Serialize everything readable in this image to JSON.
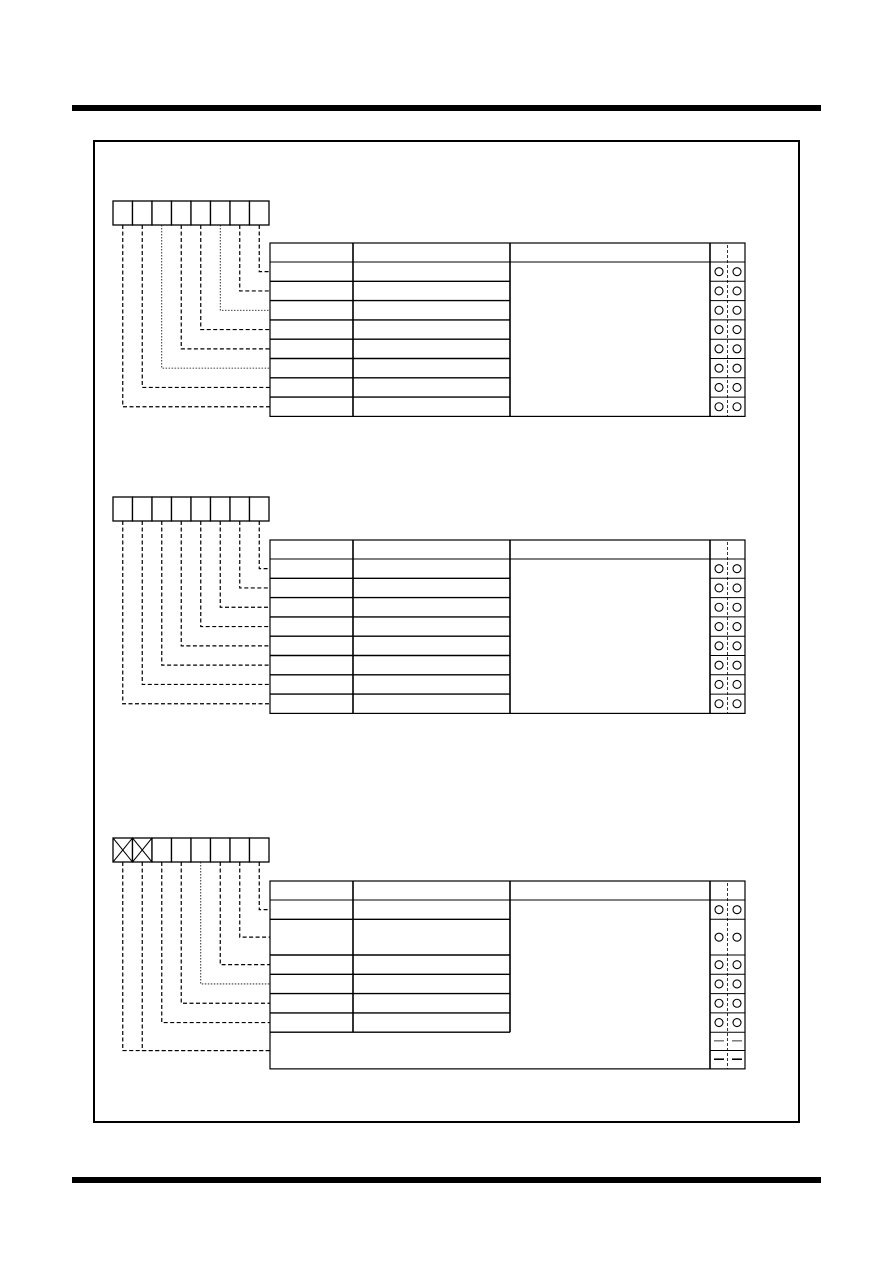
{
  "page": {
    "header_rule": "thick-black-rule",
    "footer_rule": "thick-black-rule",
    "colors": {
      "ink": "#000000",
      "paper": "#ffffff"
    }
  },
  "diagrams": [
    {
      "id": "register-1",
      "bits": [
        {
          "crossed": false
        },
        {
          "crossed": false
        },
        {
          "crossed": false
        },
        {
          "crossed": false
        },
        {
          "crossed": false
        },
        {
          "crossed": false
        },
        {
          "crossed": false
        },
        {
          "crossed": false
        }
      ],
      "table": {
        "header": [
          "",
          "",
          "",
          ""
        ],
        "rows": [
          {
            "cells": [
              "",
              ""
            ],
            "access": [
              "circle",
              "circle"
            ]
          },
          {
            "cells": [
              "",
              ""
            ],
            "access": [
              "circle",
              "circle"
            ]
          },
          {
            "cells": [
              "",
              ""
            ],
            "access": [
              "circle",
              "circle"
            ]
          },
          {
            "cells": [
              "",
              ""
            ],
            "access": [
              "circle",
              "circle"
            ]
          },
          {
            "cells": [
              "",
              ""
            ],
            "access": [
              "circle",
              "circle"
            ]
          },
          {
            "cells": [
              "",
              ""
            ],
            "access": [
              "circle",
              "circle"
            ]
          },
          {
            "cells": [
              "",
              ""
            ],
            "access": [
              "circle",
              "circle"
            ]
          },
          {
            "cells": [
              "",
              ""
            ],
            "access": [
              "circle",
              "circle"
            ]
          }
        ],
        "merged_function": ""
      }
    },
    {
      "id": "register-2",
      "bits": [
        {
          "crossed": false
        },
        {
          "crossed": false
        },
        {
          "crossed": false
        },
        {
          "crossed": false
        },
        {
          "crossed": false
        },
        {
          "crossed": false
        },
        {
          "crossed": false
        },
        {
          "crossed": false
        }
      ],
      "table": {
        "header": [
          "",
          "",
          "",
          ""
        ],
        "rows": [
          {
            "cells": [
              "",
              ""
            ],
            "access": [
              "circle",
              "circle"
            ]
          },
          {
            "cells": [
              "",
              ""
            ],
            "access": [
              "circle",
              "circle"
            ]
          },
          {
            "cells": [
              "",
              ""
            ],
            "access": [
              "circle",
              "circle"
            ]
          },
          {
            "cells": [
              "",
              ""
            ],
            "access": [
              "circle",
              "circle"
            ]
          },
          {
            "cells": [
              "",
              ""
            ],
            "access": [
              "circle",
              "circle"
            ]
          },
          {
            "cells": [
              "",
              ""
            ],
            "access": [
              "circle",
              "circle"
            ]
          },
          {
            "cells": [
              "",
              ""
            ],
            "access": [
              "circle",
              "circle"
            ]
          },
          {
            "cells": [
              "",
              ""
            ],
            "access": [
              "circle",
              "circle"
            ]
          }
        ],
        "merged_function": ""
      }
    },
    {
      "id": "register-3",
      "bits": [
        {
          "crossed": true
        },
        {
          "crossed": true
        },
        {
          "crossed": false
        },
        {
          "crossed": false
        },
        {
          "crossed": false
        },
        {
          "crossed": false
        },
        {
          "crossed": false
        },
        {
          "crossed": false
        }
      ],
      "table": {
        "header": [
          "",
          "",
          "",
          ""
        ],
        "rows": [
          {
            "cells": [
              "",
              ""
            ],
            "access": [
              "circle",
              "circle"
            ]
          },
          {
            "cells": [
              "",
              ""
            ],
            "access": [
              "circle",
              "circle"
            ],
            "tall": true
          },
          {
            "cells": [
              "",
              ""
            ],
            "access": [
              "circle",
              "circle"
            ]
          },
          {
            "cells": [
              "",
              ""
            ],
            "access": [
              "circle",
              "circle"
            ]
          },
          {
            "cells": [
              "",
              ""
            ],
            "access": [
              "circle",
              "circle"
            ]
          },
          {
            "cells": [
              "",
              ""
            ],
            "access": [
              "circle",
              "circle"
            ]
          }
        ],
        "merged_function": "",
        "footer_row": {
          "text": "",
          "access": [
            "dash",
            "dash"
          ]
        }
      }
    }
  ]
}
